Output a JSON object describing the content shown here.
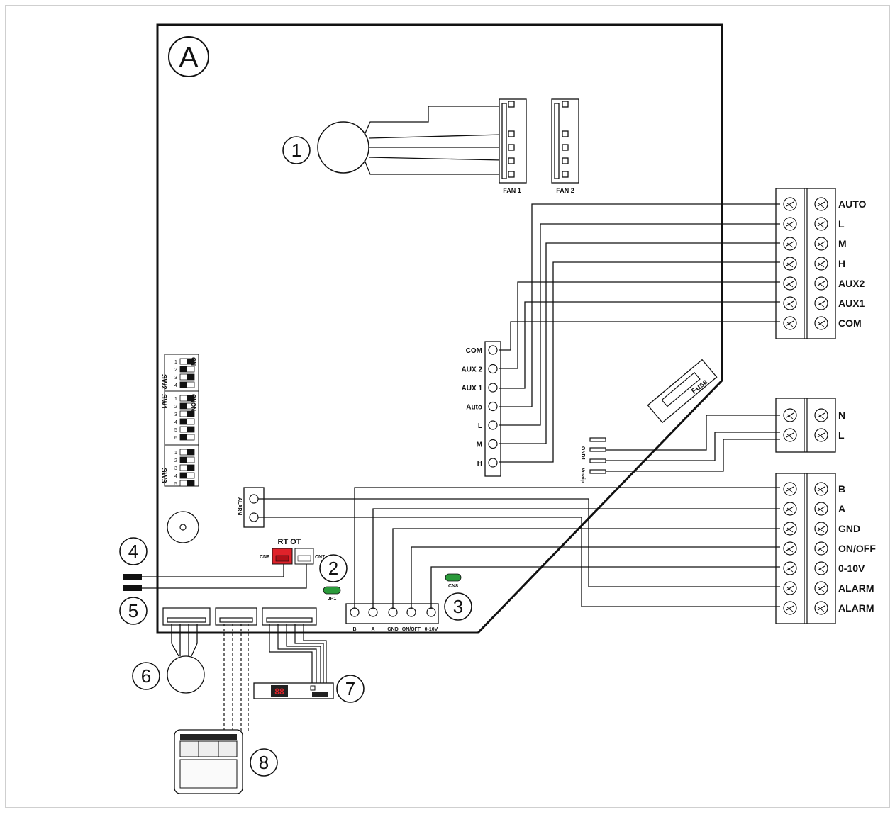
{
  "board_label": "A",
  "callouts": [
    "1",
    "2",
    "3",
    "4",
    "5",
    "6",
    "7",
    "8"
  ],
  "fan_connectors": [
    "FAN 1",
    "FAN 2"
  ],
  "terminal_block_top": [
    "AUTO",
    "L",
    "M",
    "H",
    "AUX2",
    "AUX1",
    "COM"
  ],
  "terminal_block_power": [
    "N",
    "L"
  ],
  "terminal_block_bottom": [
    "B",
    "A",
    "GND",
    "ON/OFF",
    "0-10V",
    "ALARM",
    "ALARM"
  ],
  "left_column_connector": [
    "COM",
    "AUX 2",
    "AUX 1",
    "Auto",
    "L",
    "M",
    "H"
  ],
  "bottom_connector": [
    "B",
    "A",
    "GND",
    "ON/OFF",
    "0-10V"
  ],
  "fuse_label": "Fuse",
  "alarm_label": "ALARM",
  "rt_ot_label": "RT OT",
  "cn6_label": "CN6",
  "cn7_label": "CN7",
  "cn8_label": "CN8",
  "jp1_label": "JP1",
  "gnd1_label": "GND1",
  "vmaip_label": "Vmaip",
  "switch_labels": {
    "sw2": "SW2",
    "sw1": "SW1",
    "sw3": "SW3",
    "on": "ON",
    "onon": "ONON"
  },
  "display_digits": "88",
  "colors": {
    "rt_connector": "#e0222a",
    "jumper": "#2a9a3a",
    "line": "#111111"
  }
}
